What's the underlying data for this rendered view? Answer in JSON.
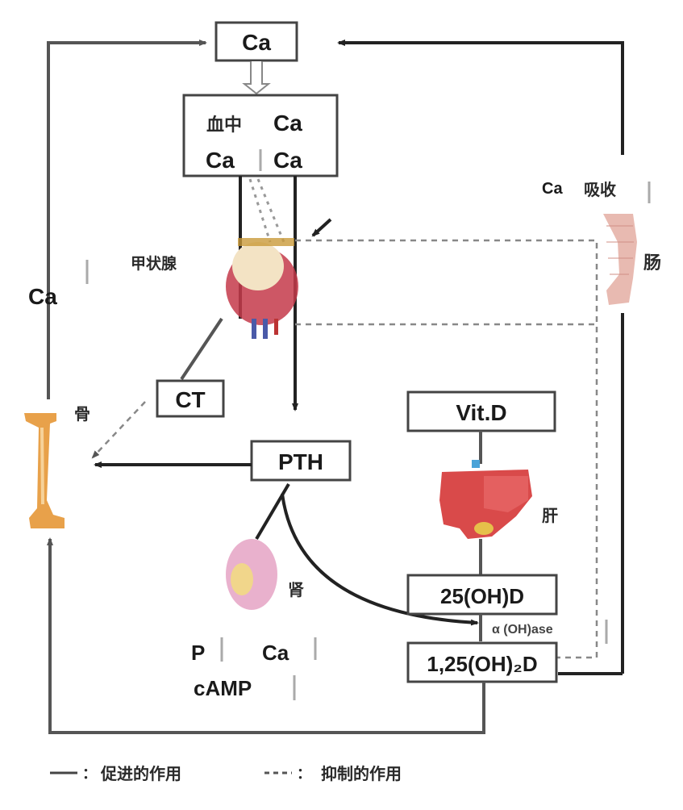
{
  "diagram": {
    "title_box": "Ca",
    "blood_box": {
      "line1_cn": "血中",
      "line1_sym": "Ca",
      "line2_left": "Ca",
      "line2_sep": "|",
      "line2_right": "Ca"
    },
    "thyroid_label": "甲状腺",
    "left_ca_label": "Ca",
    "intestine": {
      "absorption_sym": "Ca",
      "absorption_cn": "吸收",
      "organ_label": "肠"
    },
    "ct_box": "CT",
    "pth_box": "PTH",
    "bone_label": "骨",
    "kidney": {
      "organ_label": "肾",
      "p_label": "P",
      "ca_label": "Ca",
      "camp_label": "cAMP"
    },
    "vitd_box": "Vit.D",
    "liver_label": "肝",
    "oh25_box": "25(OH)D",
    "enzyme_label": "α (OH)ase",
    "oh125_box": "1,25(OH)₂D",
    "legend": [
      {
        "type": "solid",
        "sep": "：",
        "label": "促进的作用"
      },
      {
        "type": "dashed",
        "sep": "：",
        "label": "抑制的作用"
      }
    ],
    "colors": {
      "line": "#222222",
      "dashed": "#888888",
      "bone": "#e8a14a",
      "thyroid": "#c43a4a",
      "liver": "#d94a4a",
      "kidney": "#e7a9c8",
      "intestine": "#e6b3a8"
    }
  }
}
